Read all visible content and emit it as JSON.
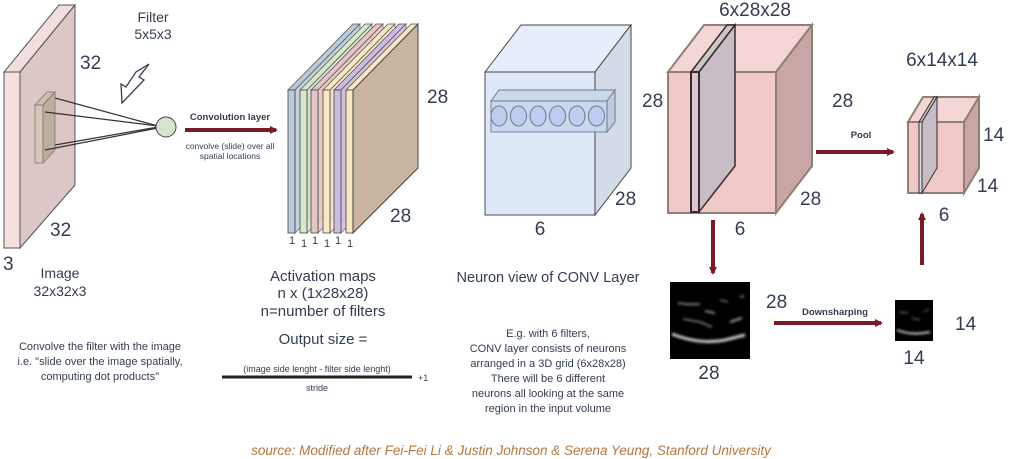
{
  "colors": {
    "arrow": "#7a1a24",
    "source_text": "#b4773f",
    "text": "#333d50"
  },
  "input_image": {
    "title": "Image",
    "dims": "32x32x3",
    "height": "32",
    "width": "32",
    "depth": "3",
    "filter_label": "Filter",
    "filter_dims": "5x5x3",
    "description": [
      "Convolve the filter with the image",
      "i.e. \"slide over the image spatially,",
      "computing dot products\""
    ]
  },
  "conv_arrow": {
    "label": "Convolution layer",
    "sub": [
      "convolve (slide) over all",
      "spatial locations"
    ]
  },
  "activation_maps": {
    "height": "28",
    "width": "28",
    "slice_depths": [
      "1",
      "1",
      "1",
      "1",
      "1",
      "1"
    ],
    "slice_colors": [
      "#b9cad9",
      "#d6e7cb",
      "#e7c5c4",
      "#f8e7c5",
      "#cdbbe0",
      "#f8e7c5"
    ],
    "title": [
      "Activation maps",
      "n x (1x28x28)",
      "n=number of filters"
    ],
    "output_size_label": "Output size =",
    "formula_numerator": "(image side lenght - filter side lenght)",
    "formula_denominator": "stride",
    "formula_plus": "+1"
  },
  "neuron_view": {
    "height": "28",
    "depth": "28",
    "width": "6",
    "neuron_count": 6,
    "title": "Neuron view of CONV Layer",
    "description": [
      "E.g. with 6 filters,",
      "CONV layer consists of neurons",
      "arranged in a 3D grid (6x28x28)",
      "There will be 6 different",
      "neurons all looking at the same",
      "region in the input volume"
    ]
  },
  "conv_volume": {
    "dims": "6x28x28",
    "height": "28",
    "depth": "28",
    "width": "6"
  },
  "feature_map": {
    "height": "28",
    "width": "28"
  },
  "downsample_arrow": {
    "label": "Downsharping"
  },
  "small_feature_map": {
    "height": "14",
    "width": "14"
  },
  "pool_arrow": {
    "label": "Pool"
  },
  "pooled_volume": {
    "dims": "6x14x14",
    "height": "14",
    "depth": "14",
    "width": "6"
  },
  "source": "source: Modified after Fei-Fei Li & Justin Johnson & Serena Yeung, Stanford University"
}
